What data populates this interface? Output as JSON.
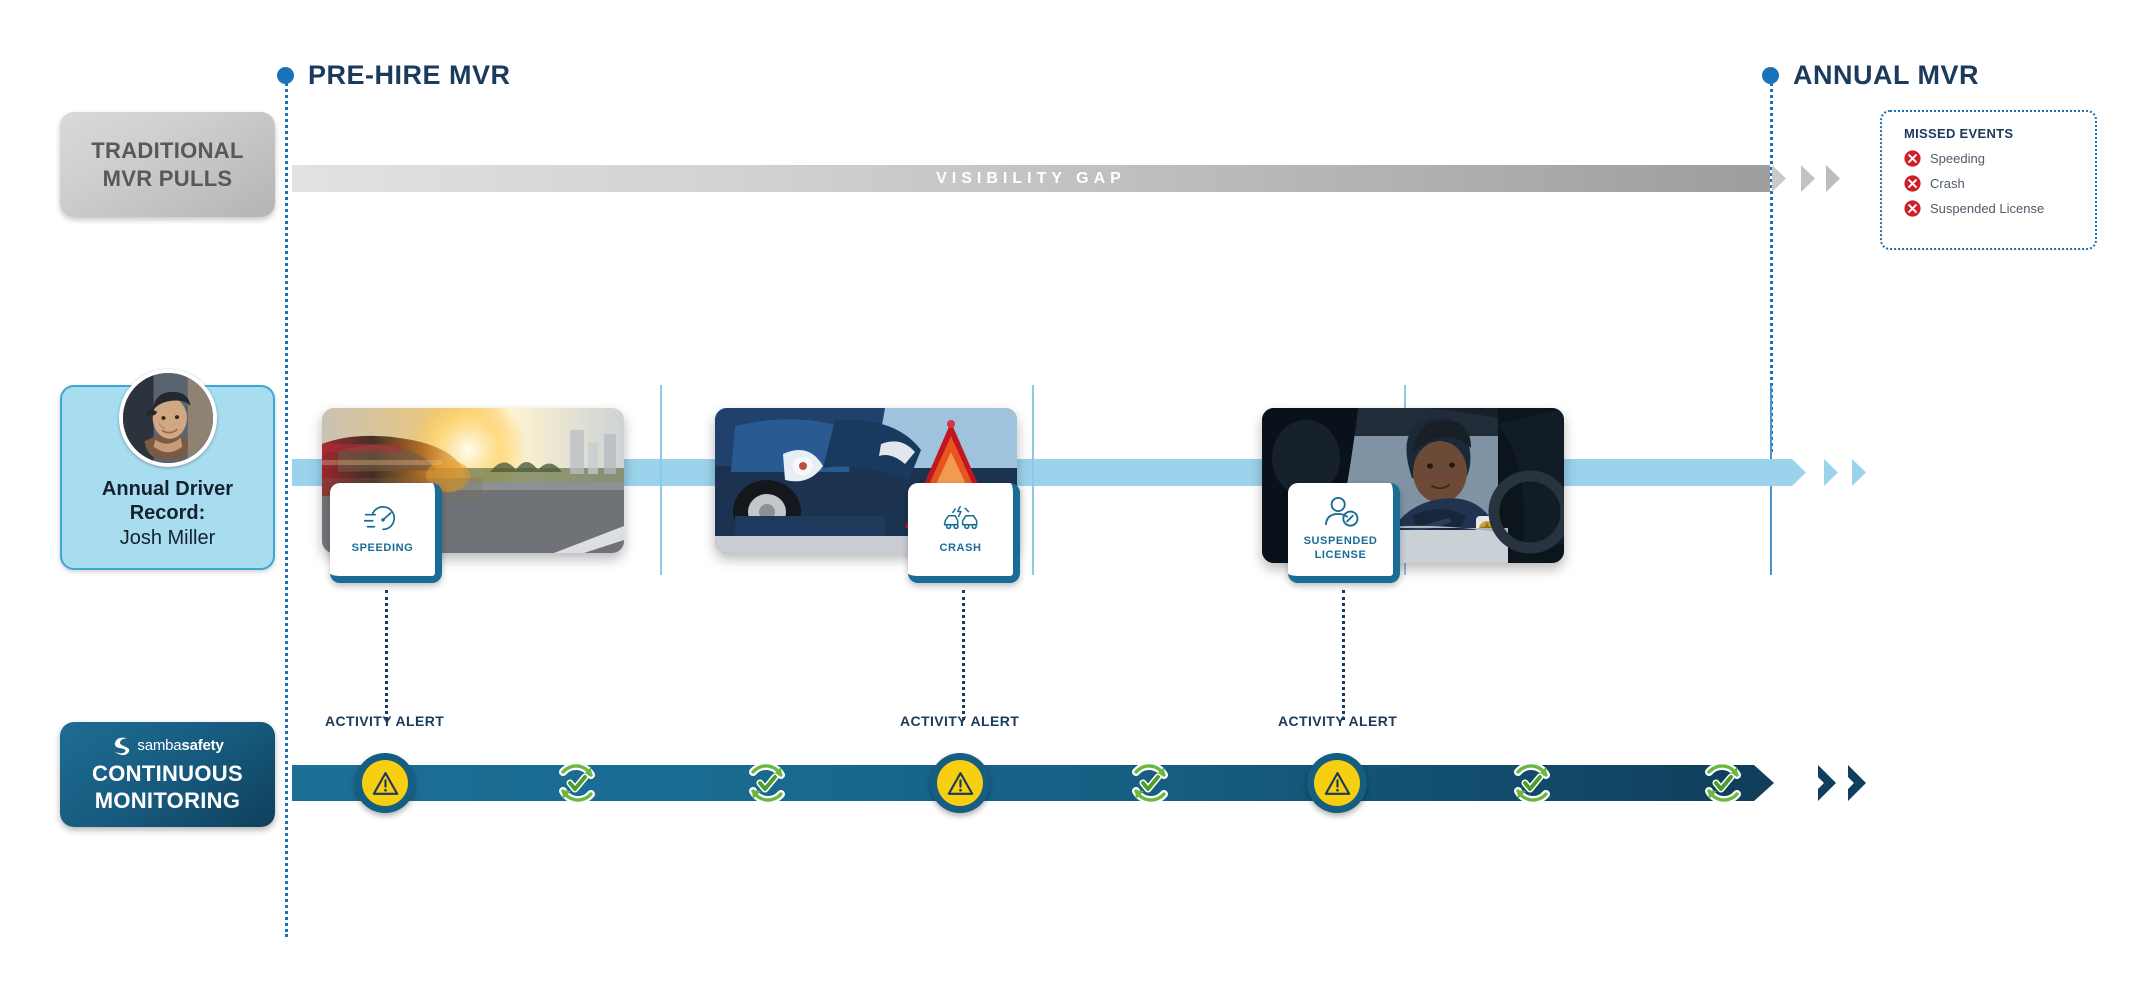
{
  "milestones": [
    {
      "label": "PRE-HIRE MVR",
      "icon": "dot-marker-icon"
    },
    {
      "label": "ANNUAL MVR",
      "icon": "dot-marker-icon"
    }
  ],
  "rows": {
    "traditional": {
      "line1": "TRADITIONAL",
      "line2": "MVR PULLS"
    },
    "driver": {
      "title": "Annual Driver Record:",
      "name": "Josh Miller",
      "avatar_icon": "driver-avatar-photo"
    },
    "samba": {
      "brand_prefix": "samba",
      "brand_suffix": "safety",
      "line1": "CONTINUOUS",
      "line2": "MONITORING",
      "logo_icon": "sambasafety-logo-icon"
    }
  },
  "gap_bar": {
    "label": "VISIBILITY GAP"
  },
  "events": [
    {
      "label": "SPEEDING",
      "icon": "speedometer-icon",
      "photo": "speeding-car-photo"
    },
    {
      "label": "CRASH",
      "icon": "car-collision-icon",
      "photo": "crashed-car-photo"
    },
    {
      "label": "SUSPENDED LICENSE",
      "icon": "person-license-icon",
      "photo": "police-officer-photo"
    }
  ],
  "activity_alerts": [
    {
      "label": "ACTIVITY ALERT",
      "icon": "warning-triangle-icon"
    },
    {
      "label": "ACTIVITY ALERT",
      "icon": "warning-triangle-icon"
    },
    {
      "label": "ACTIVITY ALERT",
      "icon": "warning-triangle-icon"
    }
  ],
  "continuous_checks": [
    {
      "icon": "refresh-check-icon"
    },
    {
      "icon": "refresh-check-icon"
    },
    {
      "icon": "refresh-check-icon"
    },
    {
      "icon": "refresh-check-icon"
    },
    {
      "icon": "refresh-check-icon"
    }
  ],
  "missed_events": {
    "title": "MISSED EVENTS",
    "items": [
      {
        "label": "Speeding",
        "icon": "red-x-icon"
      },
      {
        "label": "Crash",
        "icon": "red-x-icon"
      },
      {
        "label": "Suspended License",
        "icon": "red-x-icon"
      }
    ]
  },
  "colors": {
    "brand_blue": "#1b72b8",
    "dark_navy": "#1b3a5c",
    "teal": "#155e82",
    "light_blue": "#9bd3ec",
    "alert_yellow": "#f6cf10",
    "green": "#6cb743",
    "red": "#cf2027",
    "gray_bar_start": "#e2e2e2",
    "gray_bar_end": "#9d9d9d"
  }
}
